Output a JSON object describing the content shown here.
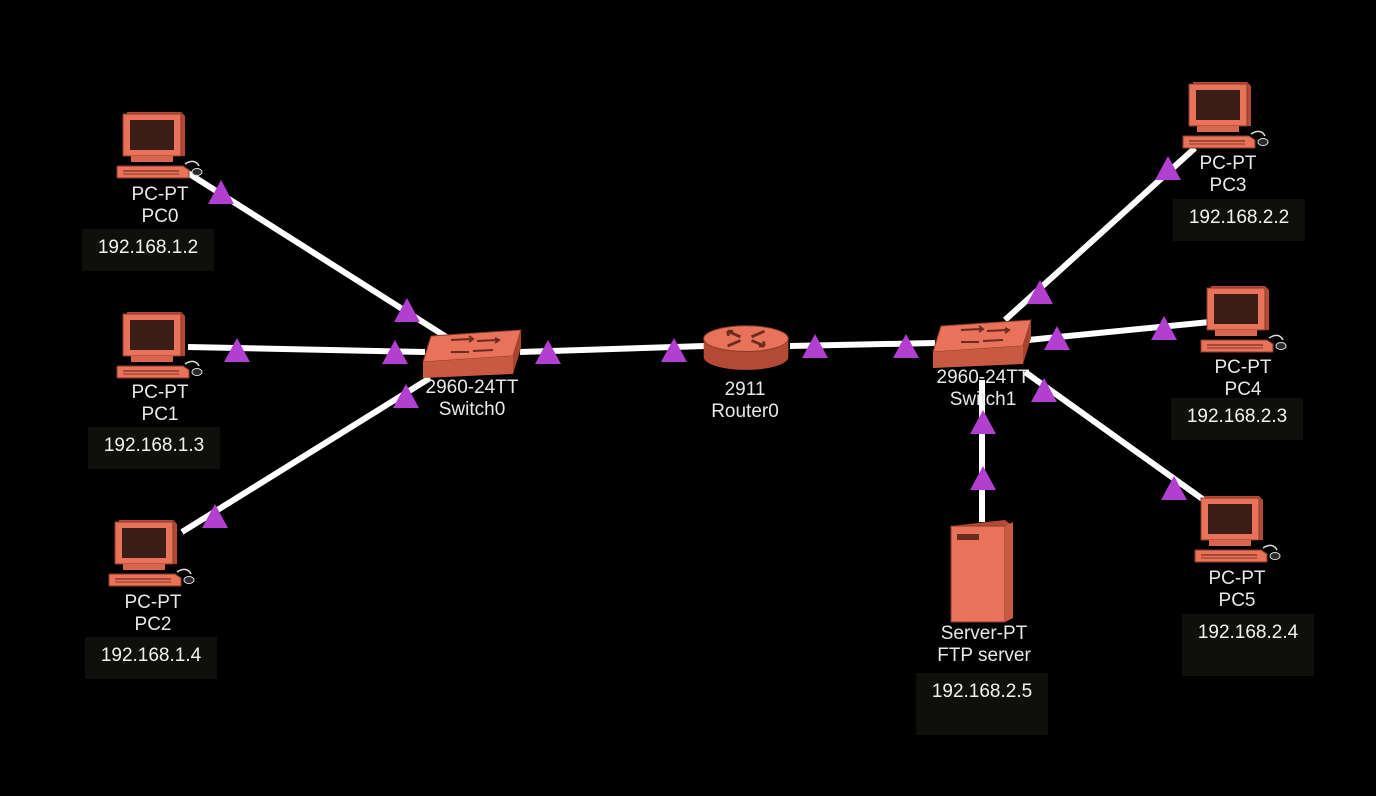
{
  "colors": {
    "background": "#000000",
    "cable": "#ffffff",
    "link_indicator": "#b13fcf",
    "device_body": "#e8735a",
    "device_shadow": "#b44a35",
    "screen": "#3a1e16",
    "label_text": "#e8e8e8",
    "ip_box": "#0f0f0b"
  },
  "devices": [
    {
      "id": "pc0",
      "model": "PC-PT",
      "name": "PC0",
      "icon": "desktop-pc-icon",
      "ip": "192.168.1.2"
    },
    {
      "id": "pc1",
      "model": "PC-PT",
      "name": "PC1",
      "icon": "desktop-pc-icon",
      "ip": "192.168.1.3"
    },
    {
      "id": "pc2",
      "model": "PC-PT",
      "name": "PC2",
      "icon": "desktop-pc-icon",
      "ip": "192.168.1.4"
    },
    {
      "id": "switch0",
      "model": "2960-24TT",
      "name": "Switch0",
      "icon": "switch-icon"
    },
    {
      "id": "router0",
      "model": "2911",
      "name": "Router0",
      "icon": "router-icon"
    },
    {
      "id": "switch1",
      "model": "2960-24TT",
      "name": "Switch1",
      "icon": "switch-icon"
    },
    {
      "id": "pc3",
      "model": "PC-PT",
      "name": "PC3",
      "icon": "desktop-pc-icon",
      "ip": "192.168.2.2"
    },
    {
      "id": "pc4",
      "model": "PC-PT",
      "name": "PC4",
      "icon": "desktop-pc-icon",
      "ip": "192.168.2.3"
    },
    {
      "id": "pc5",
      "model": "PC-PT",
      "name": "PC5",
      "icon": "desktop-pc-icon",
      "ip": "192.168.2.4"
    },
    {
      "id": "ftp",
      "model": "Server-PT",
      "name": "FTP server",
      "icon": "server-icon",
      "ip": "192.168.2.5"
    }
  ],
  "links": [
    {
      "from": "pc0",
      "to": "switch0",
      "status": "up"
    },
    {
      "from": "pc1",
      "to": "switch0",
      "status": "up"
    },
    {
      "from": "pc2",
      "to": "switch0",
      "status": "up"
    },
    {
      "from": "switch0",
      "to": "router0",
      "status": "up"
    },
    {
      "from": "router0",
      "to": "switch1",
      "status": "up"
    },
    {
      "from": "switch1",
      "to": "pc3",
      "status": "up"
    },
    {
      "from": "switch1",
      "to": "pc4",
      "status": "up"
    },
    {
      "from": "switch1",
      "to": "pc5",
      "status": "up"
    },
    {
      "from": "switch1",
      "to": "ftp",
      "status": "up"
    }
  ]
}
